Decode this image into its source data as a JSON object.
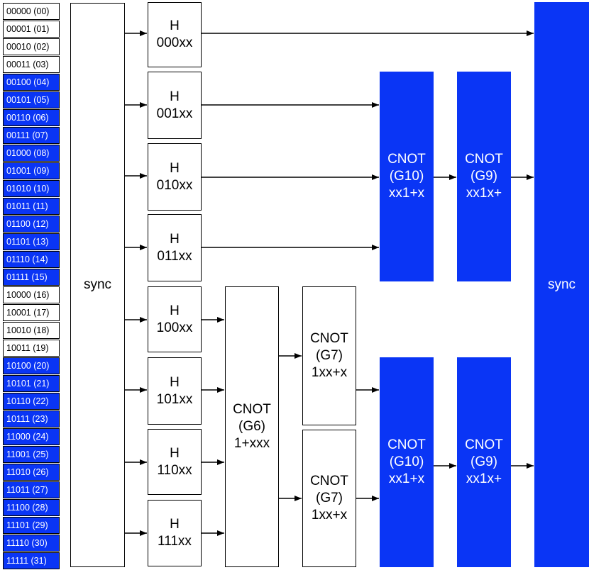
{
  "colors": {
    "highlight": "#0a35f5",
    "highlight_text": "#ffffff",
    "normal": "#ffffff",
    "normal_text": "#000000"
  },
  "states": [
    {
      "label": "00000 (00)",
      "highlighted": false
    },
    {
      "label": "00001 (01)",
      "highlighted": false
    },
    {
      "label": "00010 (02)",
      "highlighted": false
    },
    {
      "label": "00011 (03)",
      "highlighted": false
    },
    {
      "label": "00100 (04)",
      "highlighted": true
    },
    {
      "label": "00101 (05)",
      "highlighted": true
    },
    {
      "label": "00110 (06)",
      "highlighted": true
    },
    {
      "label": "00111 (07)",
      "highlighted": true
    },
    {
      "label": "01000 (08)",
      "highlighted": true
    },
    {
      "label": "01001 (09)",
      "highlighted": true
    },
    {
      "label": "01010 (10)",
      "highlighted": true
    },
    {
      "label": "01011 (11)",
      "highlighted": true
    },
    {
      "label": "01100 (12)",
      "highlighted": true
    },
    {
      "label": "01101 (13)",
      "highlighted": true
    },
    {
      "label": "01110 (14)",
      "highlighted": true
    },
    {
      "label": "01111 (15)",
      "highlighted": true
    },
    {
      "label": "10000 (16)",
      "highlighted": false
    },
    {
      "label": "10001 (17)",
      "highlighted": false
    },
    {
      "label": "10010 (18)",
      "highlighted": false
    },
    {
      "label": "10011 (19)",
      "highlighted": false
    },
    {
      "label": "10100 (20)",
      "highlighted": true
    },
    {
      "label": "10101 (21)",
      "highlighted": true
    },
    {
      "label": "10110 (22)",
      "highlighted": true
    },
    {
      "label": "10111 (23)",
      "highlighted": true
    },
    {
      "label": "11000 (24)",
      "highlighted": true
    },
    {
      "label": "11001 (25)",
      "highlighted": true
    },
    {
      "label": "11010 (26)",
      "highlighted": true
    },
    {
      "label": "11011 (27)",
      "highlighted": true
    },
    {
      "label": "11100 (28)",
      "highlighted": true
    },
    {
      "label": "11101 (29)",
      "highlighted": true
    },
    {
      "label": "11110 (30)",
      "highlighted": true
    },
    {
      "label": "11111 (31)",
      "highlighted": true
    }
  ],
  "nodes": {
    "sync_left": {
      "lines": [
        "sync"
      ],
      "highlighted": false
    },
    "h_000": {
      "lines": [
        "H",
        "000xx"
      ],
      "highlighted": false
    },
    "h_001": {
      "lines": [
        "H",
        "001xx"
      ],
      "highlighted": false
    },
    "h_010": {
      "lines": [
        "H",
        "010xx"
      ],
      "highlighted": false
    },
    "h_011": {
      "lines": [
        "H",
        "011xx"
      ],
      "highlighted": false
    },
    "h_100": {
      "lines": [
        "H",
        "100xx"
      ],
      "highlighted": false
    },
    "h_101": {
      "lines": [
        "H",
        "101xx"
      ],
      "highlighted": false
    },
    "h_110": {
      "lines": [
        "H",
        "110xx"
      ],
      "highlighted": false
    },
    "h_111": {
      "lines": [
        "H",
        "111xx"
      ],
      "highlighted": false
    },
    "cnot_g6": {
      "lines": [
        "CNOT",
        "(G6)",
        "1+xxx"
      ],
      "highlighted": false
    },
    "cnot_g7_a": {
      "lines": [
        "CNOT",
        "(G7)",
        "1xx+x"
      ],
      "highlighted": false
    },
    "cnot_g7_b": {
      "lines": [
        "CNOT",
        "(G7)",
        "1xx+x"
      ],
      "highlighted": false
    },
    "cnot_g10_a": {
      "lines": [
        "CNOT",
        "(G10)",
        "xx1+x"
      ],
      "highlighted": true
    },
    "cnot_g9_a": {
      "lines": [
        "CNOT",
        "(G9)",
        "xx1x+"
      ],
      "highlighted": true
    },
    "cnot_g10_b": {
      "lines": [
        "CNOT",
        "(G10)",
        "xx1+x"
      ],
      "highlighted": true
    },
    "cnot_g9_b": {
      "lines": [
        "CNOT",
        "(G9)",
        "xx1x+"
      ],
      "highlighted": true
    },
    "sync_right": {
      "lines": [
        "sync"
      ],
      "highlighted": true
    }
  },
  "edges": [
    [
      "sync_left",
      "h_000"
    ],
    [
      "sync_left",
      "h_001"
    ],
    [
      "sync_left",
      "h_010"
    ],
    [
      "sync_left",
      "h_011"
    ],
    [
      "sync_left",
      "h_100"
    ],
    [
      "sync_left",
      "h_101"
    ],
    [
      "sync_left",
      "h_110"
    ],
    [
      "sync_left",
      "h_111"
    ],
    [
      "h_000",
      "sync_right"
    ],
    [
      "h_001",
      "cnot_g10_a"
    ],
    [
      "h_010",
      "cnot_g10_a"
    ],
    [
      "h_011",
      "cnot_g10_a"
    ],
    [
      "cnot_g10_a",
      "cnot_g9_a"
    ],
    [
      "cnot_g9_a",
      "sync_right"
    ],
    [
      "h_100",
      "cnot_g6"
    ],
    [
      "h_101",
      "cnot_g6"
    ],
    [
      "h_110",
      "cnot_g6"
    ],
    [
      "h_111",
      "cnot_g6"
    ],
    [
      "cnot_g6",
      "cnot_g7_a"
    ],
    [
      "cnot_g6",
      "cnot_g7_b"
    ],
    [
      "cnot_g7_a",
      "cnot_g10_b"
    ],
    [
      "cnot_g7_b",
      "cnot_g10_b"
    ],
    [
      "cnot_g10_b",
      "cnot_g9_b"
    ],
    [
      "cnot_g9_b",
      "sync_right"
    ]
  ]
}
